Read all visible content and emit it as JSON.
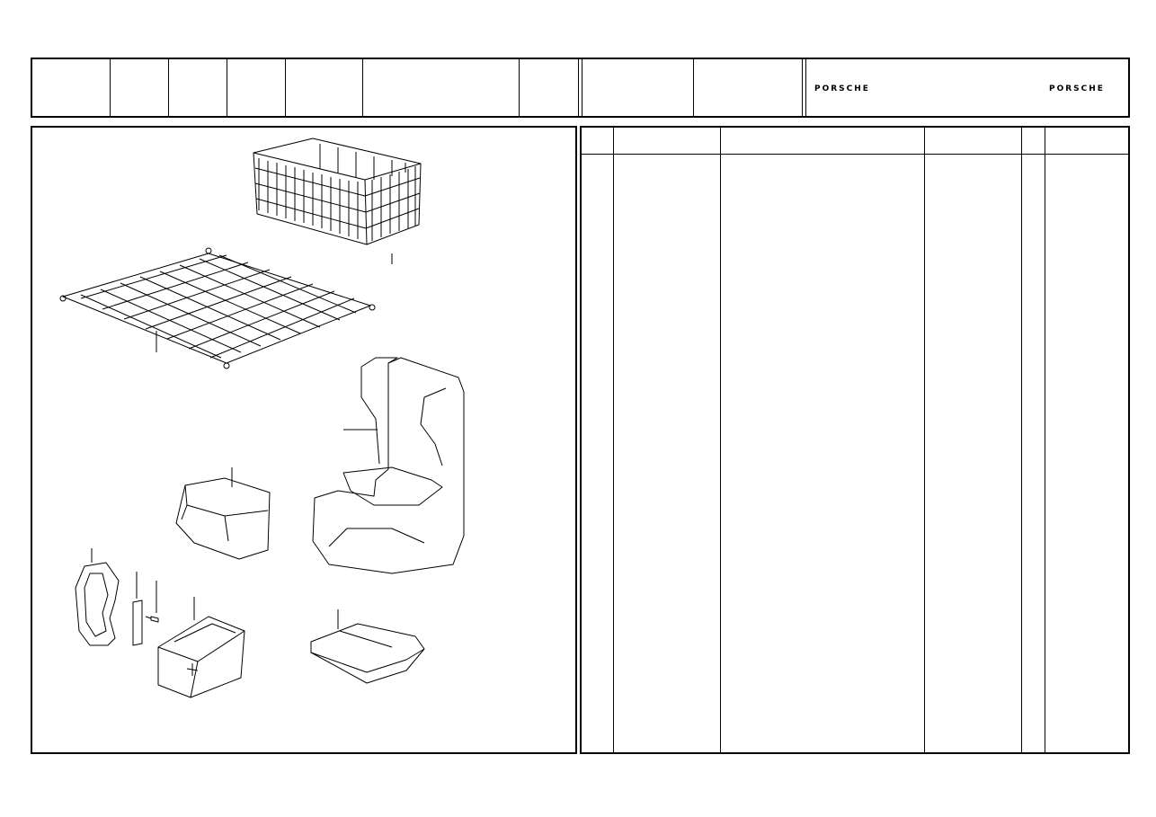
{
  "header": {
    "brand_left": "PORSCHE",
    "brand_right": "PORSCHE"
  },
  "illustration": {
    "parts": [
      "storage-basket",
      "luggage-net",
      "child-seat",
      "booster-seat",
      "seat-belt-guide",
      "mounting-bracket",
      "bolt",
      "first-aid-kit",
      "seat-cushion"
    ]
  },
  "parts_table": {
    "columns": [
      "",
      "",
      "",
      "",
      "",
      "",
      ""
    ],
    "rows": []
  }
}
